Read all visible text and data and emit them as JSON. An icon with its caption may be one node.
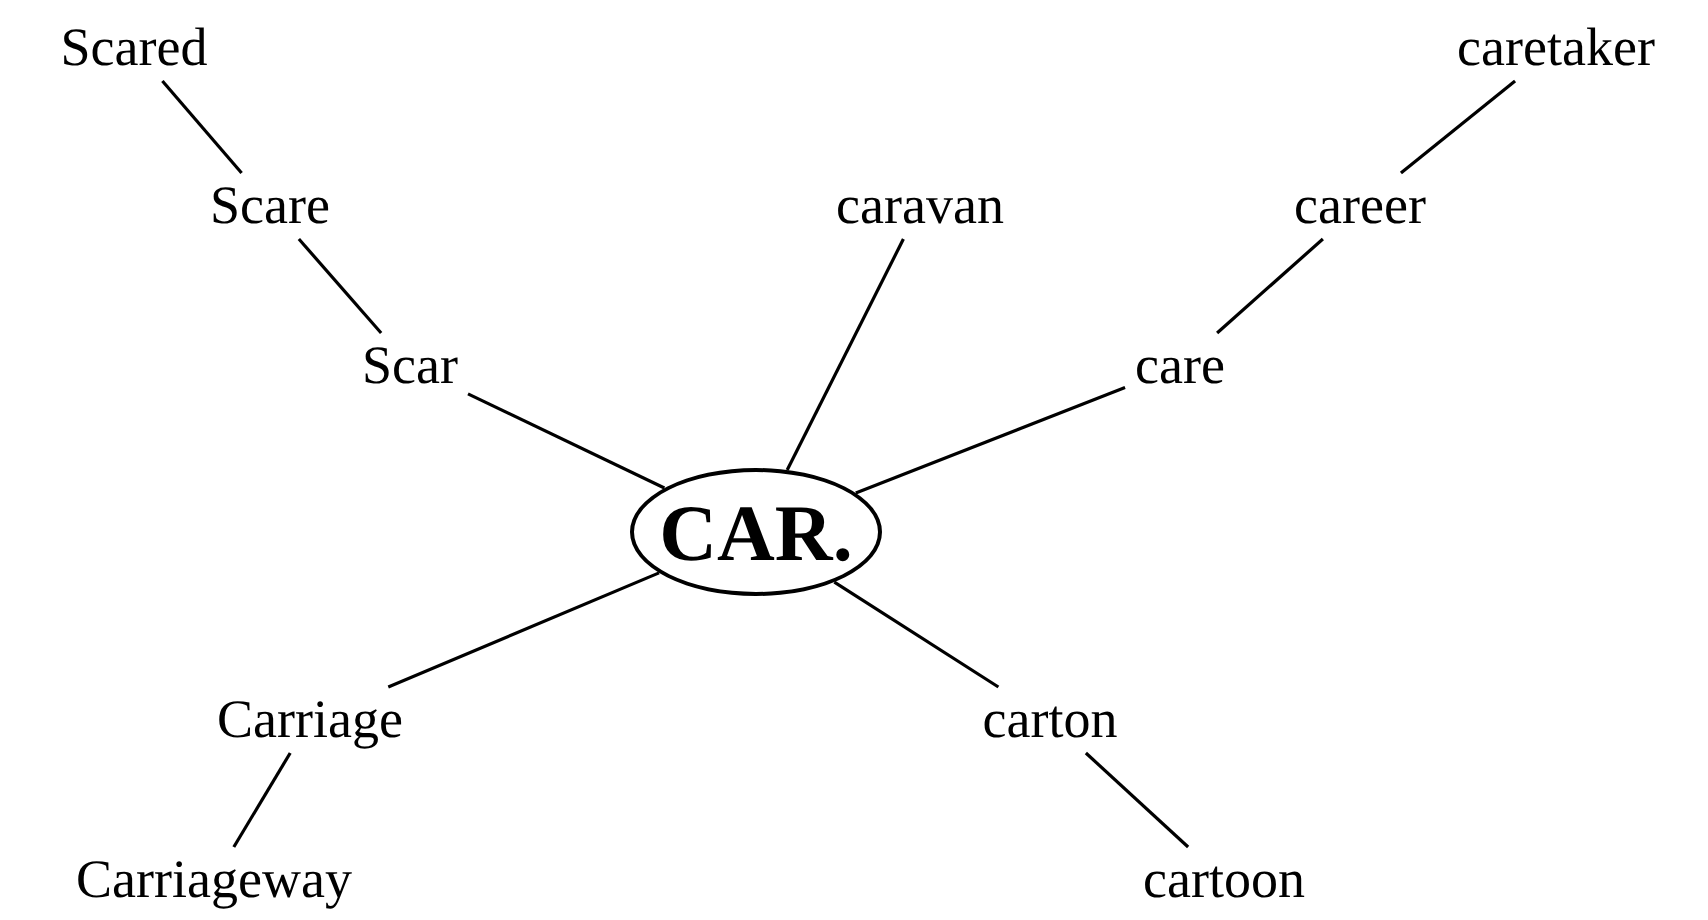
{
  "diagram": {
    "nodes": [
      {
        "text": [
          "CAR."
        ]
      },
      {
        "text": [
          "Scar"
        ]
      },
      {
        "text": [
          "Scare"
        ]
      },
      {
        "text": [
          "Scared"
        ]
      },
      {
        "text": [
          "caravan"
        ]
      },
      {
        "text": [
          "care"
        ]
      },
      {
        "text": [
          "career"
        ]
      },
      {
        "text": [
          "caretaker"
        ]
      },
      {
        "text": [
          "Carriage"
        ]
      },
      {
        "text": [
          "Carriageway"
        ]
      },
      {
        "text": [
          "carton"
        ]
      },
      {
        "text": [
          "cartoon"
        ]
      }
    ],
    "edges": [
      {
        "from": 0,
        "to": 1,
        "arrow": "none"
      },
      {
        "from": 1,
        "to": 2,
        "arrow": "none"
      },
      {
        "from": 2,
        "to": 3,
        "arrow": "none"
      },
      {
        "from": 0,
        "to": 4,
        "arrow": "none"
      },
      {
        "from": 0,
        "to": 5,
        "arrow": "none"
      },
      {
        "from": 5,
        "to": 6,
        "arrow": "none"
      },
      {
        "from": 6,
        "to": 7,
        "arrow": "none"
      },
      {
        "from": 0,
        "to": 8,
        "arrow": "none"
      },
      {
        "from": 8,
        "to": 9,
        "arrow": "none"
      },
      {
        "from": 0,
        "to": 10,
        "arrow": "none"
      },
      {
        "from": 10,
        "to": 11,
        "arrow": "none"
      }
    ]
  }
}
